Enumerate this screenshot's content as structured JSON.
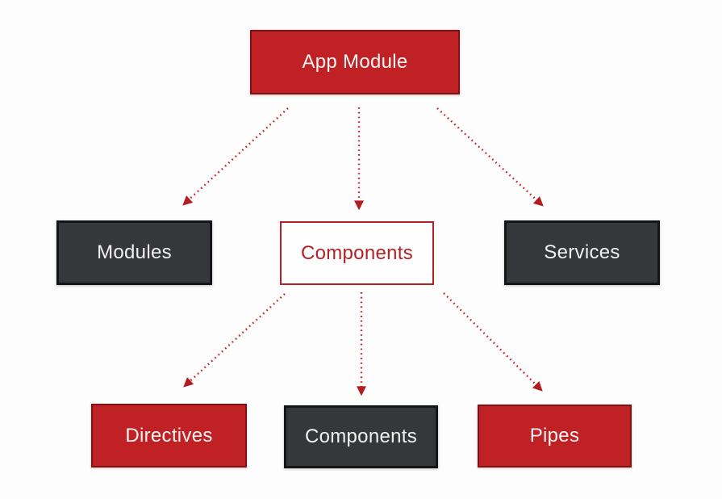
{
  "diagram": {
    "description": "App Module hierarchy diagram",
    "colors": {
      "red_fill": "#c02125",
      "red_border": "#7c1215",
      "dark_fill": "#35373a",
      "dark_border": "#141517",
      "outline_border": "#b52025",
      "arrow": "#c3262b",
      "text_light": "#f7f4f3",
      "text_red": "#b32025",
      "background": "#fdfdfd"
    },
    "nodes": [
      {
        "id": "app-module",
        "label": "App Module",
        "variant": "red-filled"
      },
      {
        "id": "modules",
        "label": "Modules",
        "variant": "dark-filled"
      },
      {
        "id": "components",
        "label": "Components",
        "variant": "red-outline"
      },
      {
        "id": "services",
        "label": "Services",
        "variant": "dark-filled"
      },
      {
        "id": "directives",
        "label": "Directives",
        "variant": "red-filled"
      },
      {
        "id": "components-2",
        "label": "Components",
        "variant": "dark-filled"
      },
      {
        "id": "pipes",
        "label": "Pipes",
        "variant": "red-filled"
      }
    ],
    "edges": [
      {
        "from": "app-module",
        "to": "modules",
        "style": "dotted-arrow"
      },
      {
        "from": "app-module",
        "to": "components",
        "style": "dotted-arrow"
      },
      {
        "from": "app-module",
        "to": "services",
        "style": "dotted-arrow"
      },
      {
        "from": "components",
        "to": "directives",
        "style": "dotted-arrow"
      },
      {
        "from": "components",
        "to": "components-2",
        "style": "dotted-arrow"
      },
      {
        "from": "components",
        "to": "pipes",
        "style": "dotted-arrow"
      }
    ]
  }
}
